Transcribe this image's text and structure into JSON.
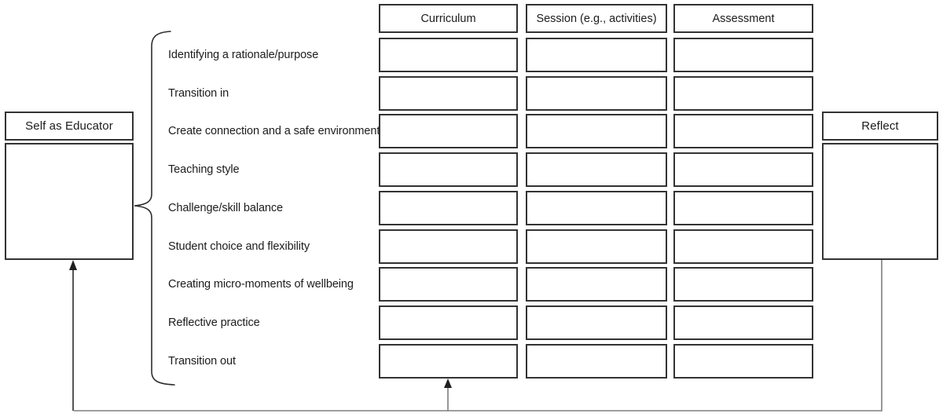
{
  "left_panel": {
    "title": "Self as Educator"
  },
  "right_panel": {
    "title": "Reflect"
  },
  "grid": {
    "columns": [
      "Curriculum",
      "Session (e.g., activities)",
      "Assessment"
    ],
    "row_labels": [
      "Identifying a rationale/purpose",
      "Transition in",
      "Create connection and a safe environment",
      "Teaching style",
      "Challenge/skill balance",
      "Student choice and flexibility",
      "Creating micro-moments of wellbeing",
      "Reflective practice",
      "Transition out"
    ],
    "row_count": 9,
    "cell_content": ""
  },
  "colors": {
    "background": "#ffffff",
    "box_border": "#333333",
    "text": "#1c1c1c",
    "loop_line": "#7e7e7e",
    "arrow_dark": "#1f1f1f",
    "brace": "#2e2e2e"
  }
}
